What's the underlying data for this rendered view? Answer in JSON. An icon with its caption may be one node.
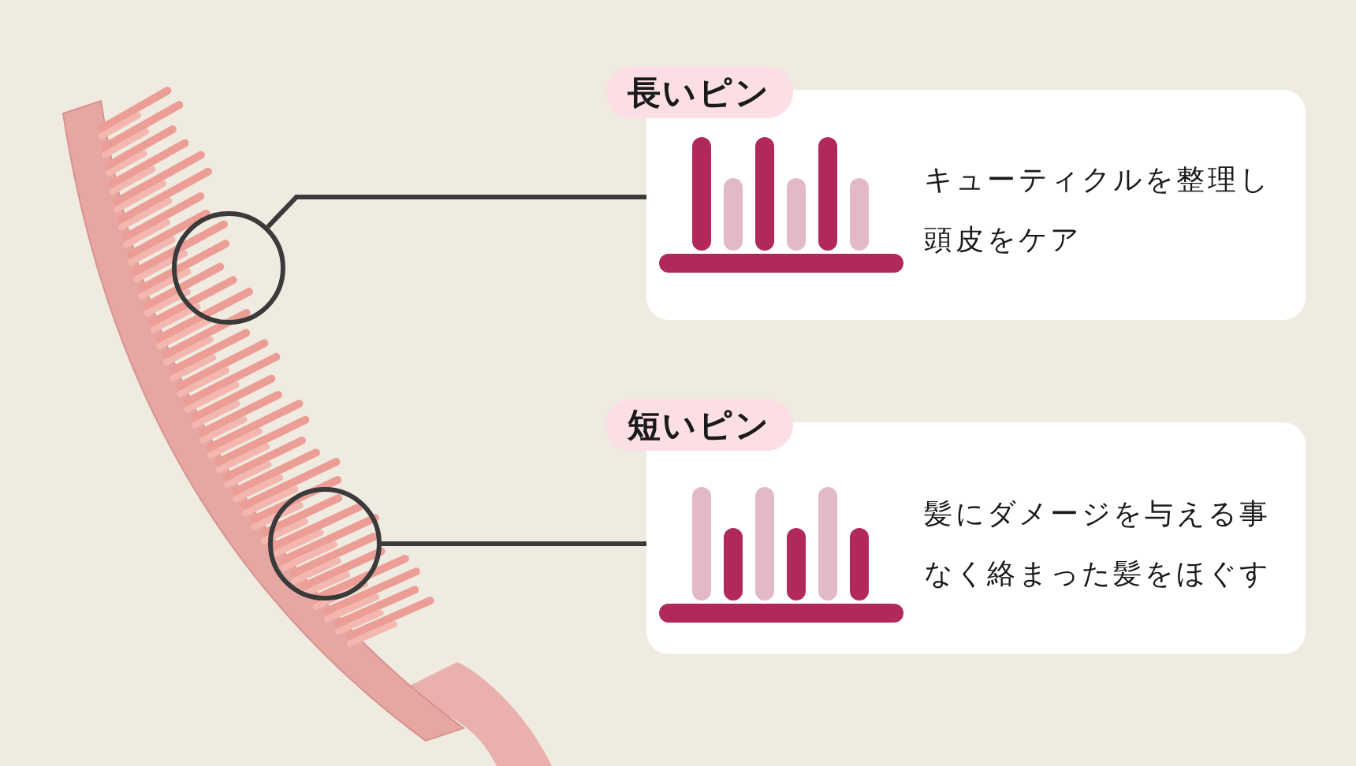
{
  "diagram": {
    "nodes": [
      {
        "text": [
          "長いピン",
          "キューティクルを整理し頭皮をケア"
        ]
      },
      {
        "text": [
          "短いピン",
          "髪にダメージを与える事なく絡まった髪をほぐす"
        ]
      },
      {
        "text": [],
        "shape": "circle"
      },
      {
        "text": [],
        "shape": "circle"
      }
    ],
    "edges": [
      {
        "from": 0,
        "to": 2,
        "arrow": "none"
      },
      {
        "from": 1,
        "to": 3,
        "arrow": "none"
      }
    ]
  }
}
